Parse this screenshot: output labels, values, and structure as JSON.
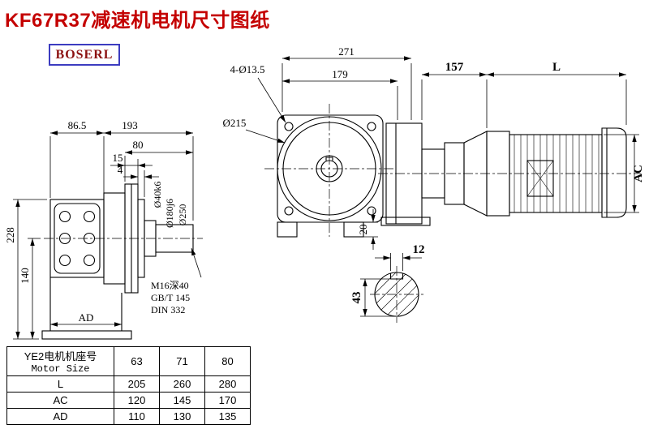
{
  "title": "KF67R37减速机电机尺寸图纸",
  "brand": "BOSERL",
  "front_view": {
    "dim_271": "271",
    "dim_179": "179",
    "bolt_note": "4-Ø13.5",
    "dia_215": "Ø215",
    "dim_20": "20"
  },
  "motor_view": {
    "dim_157": "157",
    "dim_L": "L",
    "dim_AC": "AC"
  },
  "side_view": {
    "dim_86_5": "86.5",
    "dim_193": "193",
    "dim_80": "80",
    "dim_15": "15",
    "dim_4": "4",
    "dim_228": "228",
    "dim_140": "140",
    "dim_AD": "AD",
    "dia_shaft": "Ø40k6",
    "dia_pilot": "Ø180j6",
    "dia_flange": "Ø250",
    "center_hole_1": "M16深40",
    "center_hole_2": "GB/T 145",
    "center_hole_3": "DIN 332"
  },
  "section_view": {
    "dim_12": "12",
    "dim_43": "43"
  },
  "table": {
    "header": {
      "title_cn": "YE2电机机座号",
      "title_en": "Motor Size",
      "sizes": [
        "63",
        "71",
        "80"
      ]
    },
    "rows": [
      {
        "label": "L",
        "values": [
          "205",
          "260",
          "280"
        ]
      },
      {
        "label": "AC",
        "values": [
          "120",
          "145",
          "170"
        ]
      },
      {
        "label": "AD",
        "values": [
          "110",
          "130",
          "135"
        ]
      }
    ]
  }
}
